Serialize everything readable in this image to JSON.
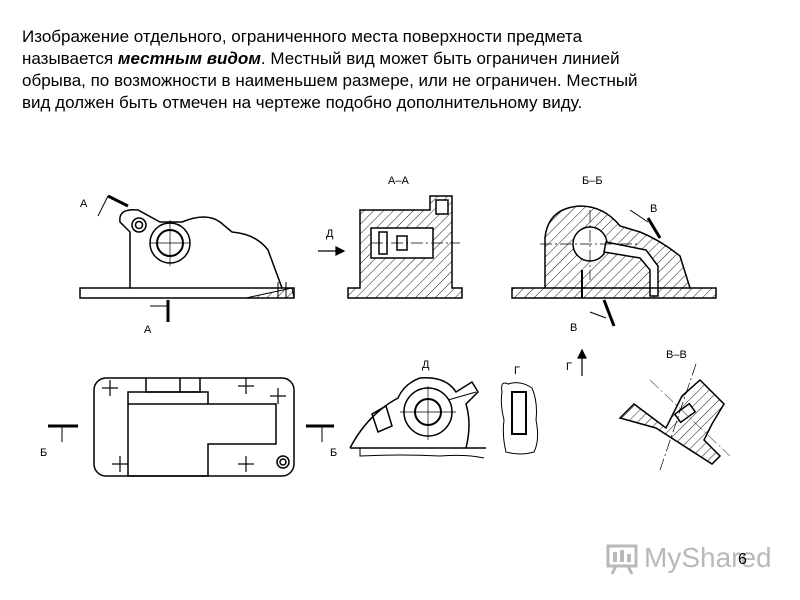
{
  "text": {
    "line1": "Изображение отдельного, ограниченного места поверхности предмета",
    "line2_before": "называется ",
    "line2_bold": "местным видом",
    "line2_after": ". Местный вид может быть ограничен линией",
    "line3": "обрыва, по возможности в наименьшем размере,  или не ограничен. Местный",
    "line4": "вид должен быть отмечен на чертеже подобно дополнительному виду."
  },
  "labels": {
    "a_top": "А",
    "a_bottom": "А",
    "section_aa": "А–А",
    "d_arrow": "Д",
    "section_bb": "Б–Б",
    "v_top": "В",
    "v_bottom": "В",
    "b_left": "Б",
    "b_right": "Б",
    "d_view": "Д",
    "g_view": "Г",
    "g_arrow": "Г",
    "section_vv": "В–В"
  },
  "watermark": "MyShared",
  "page_number": "6"
}
